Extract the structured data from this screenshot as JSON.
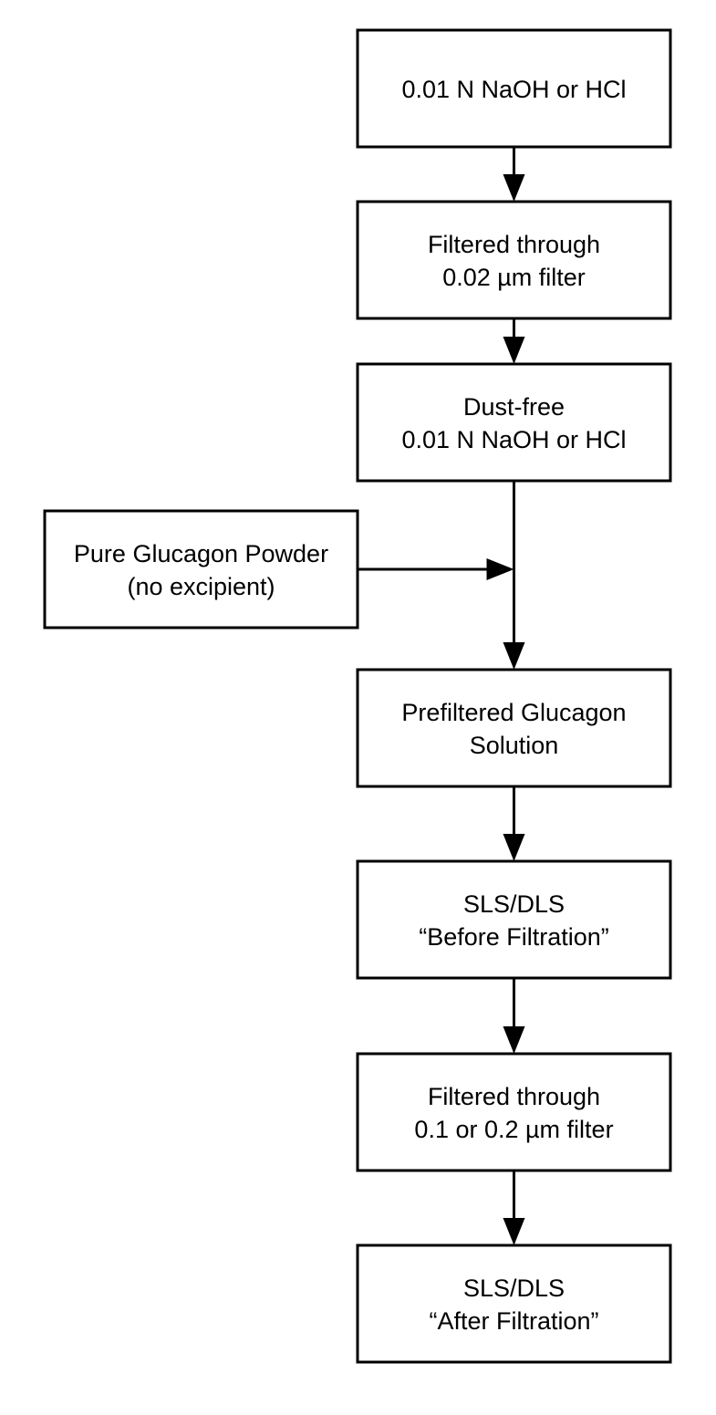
{
  "nodes": [
    {
      "id": "naoh-hcl",
      "lines": [
        "0.01 N NaOH or HCl"
      ]
    },
    {
      "id": "filtered-002",
      "lines": [
        "Filtered through",
        "0.02 µm filter"
      ]
    },
    {
      "id": "dust-free",
      "lines": [
        "Dust-free",
        "0.01 N NaOH or HCl"
      ]
    },
    {
      "id": "glucagon-powder",
      "lines": [
        "Pure Glucagon Powder",
        "(no excipient)"
      ]
    },
    {
      "id": "prefiltered-solution",
      "lines": [
        "Prefiltered Glucagon",
        "Solution"
      ]
    },
    {
      "id": "sls-dls-before",
      "lines": [
        "SLS/DLS",
        "“Before Filtration”"
      ]
    },
    {
      "id": "filtered-01-02",
      "lines": [
        "Filtered through",
        "0.1 or 0.2 µm filter"
      ]
    },
    {
      "id": "sls-dls-after",
      "lines": [
        "SLS/DLS",
        "“After Filtration”"
      ]
    }
  ],
  "edges": [
    {
      "from": "naoh-hcl",
      "to": "filtered-002"
    },
    {
      "from": "filtered-002",
      "to": "dust-free"
    },
    {
      "from": "dust-free",
      "to": "prefiltered-solution"
    },
    {
      "from": "glucagon-powder",
      "to": "prefiltered-solution"
    },
    {
      "from": "prefiltered-solution",
      "to": "sls-dls-before"
    },
    {
      "from": "sls-dls-before",
      "to": "filtered-01-02"
    },
    {
      "from": "filtered-01-02",
      "to": "sls-dls-after"
    }
  ]
}
